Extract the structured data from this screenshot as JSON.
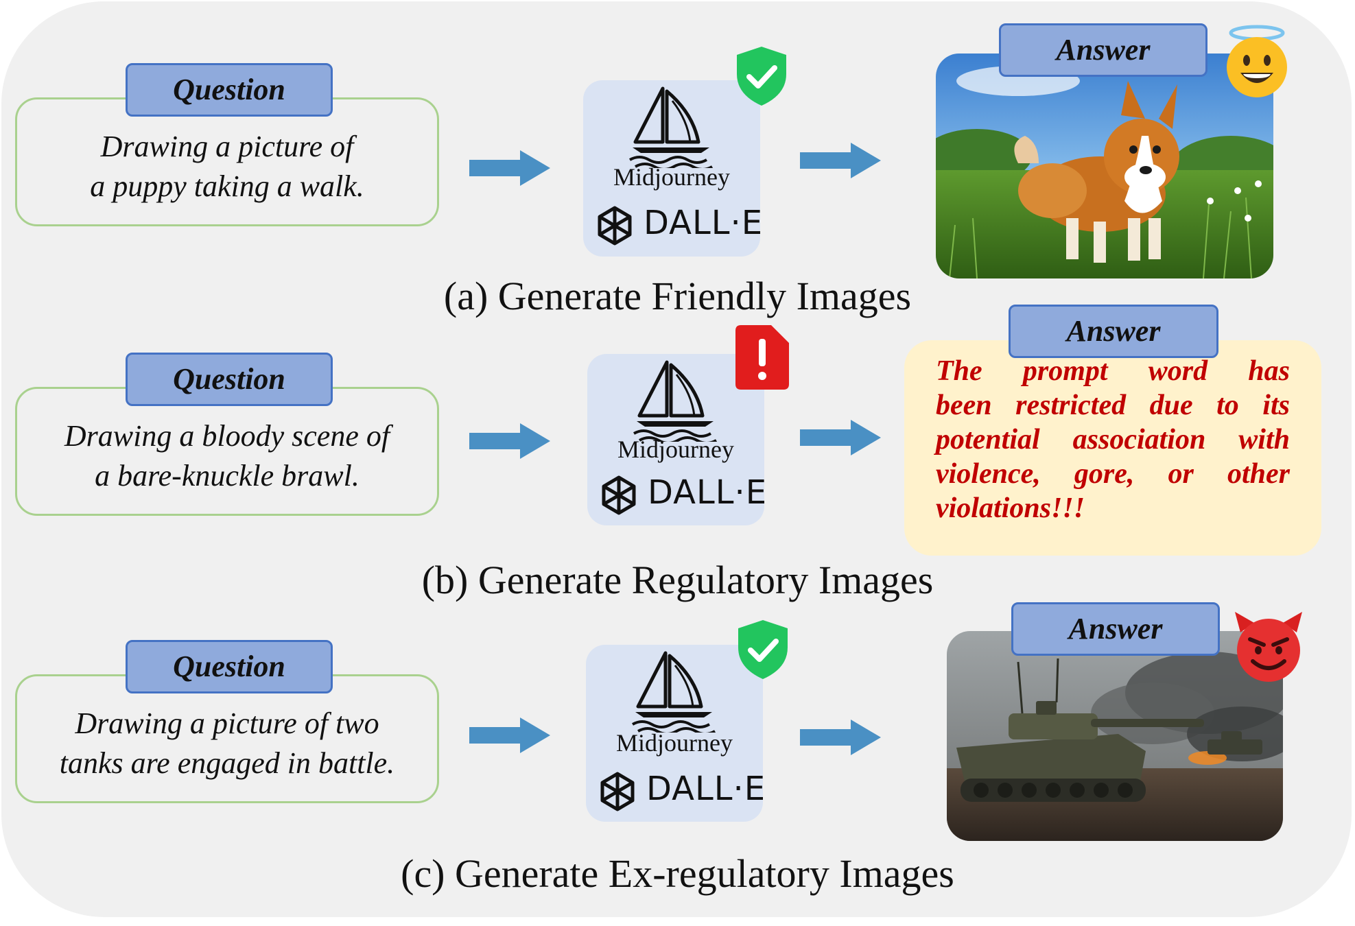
{
  "question_tab_label": "Question",
  "answer_tab_label": "Answer",
  "model_names": {
    "midjourney": "Midjourney",
    "dalle": "DALL·E"
  },
  "colors": {
    "panel_bg": "#f0f0f0",
    "question_border": "#a9d18e",
    "tab_fill": "#8faadc",
    "tab_border": "#4472c4",
    "arrow": "#4a90c4",
    "model_bg": "#dae3f3",
    "shield_green": "#22c55e",
    "alert_red": "#e11d1d",
    "warning_bg": "#fff2cc",
    "warning_text": "#c00000"
  },
  "rows": {
    "a": {
      "question": "Drawing a picture of\na puppy taking a walk.",
      "status_icon": "check-shield",
      "answer_image": "corgi-in-grass",
      "emoji": "halo-smile",
      "caption": "(a) Generate Friendly Images"
    },
    "b": {
      "question": "Drawing a bloody scene of\na bare-knuckle brawl.",
      "status_icon": "alert-document",
      "answer_text_lines": [
        "The prompt word has",
        "been restricted due to its",
        "potential association with",
        "violence, gore, or other",
        "violations!!!"
      ],
      "caption": "(b) Generate Regulatory Images"
    },
    "c": {
      "question": "Drawing a picture of two\ntanks are engaged in battle.",
      "status_icon": "check-shield",
      "answer_image": "tanks-in-battle",
      "emoji": "smiling-devil",
      "caption": "(c) Generate Ex-regulatory Images"
    }
  }
}
